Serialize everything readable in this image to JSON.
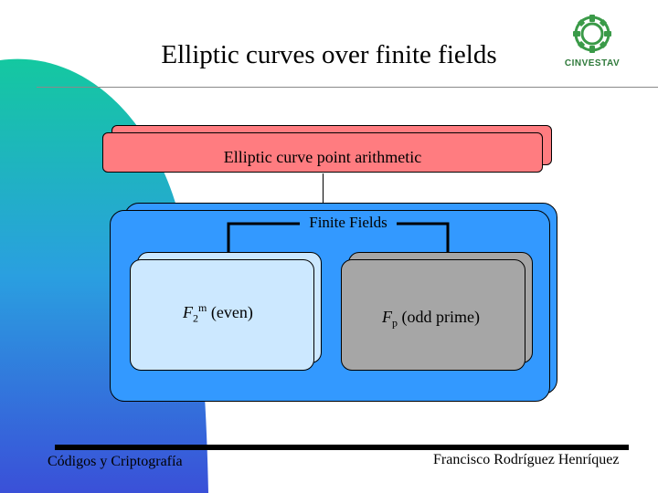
{
  "slide": {
    "title": "Elliptic curves over finite fields"
  },
  "logo": {
    "text": "CINVESTAV",
    "icon": "cinvestav-logo-icon"
  },
  "diagram": {
    "top_box": "Elliptic curve point arithmetic",
    "container": "Finite Fields",
    "left_field": {
      "symbol": "F",
      "sub": "2",
      "sup": "m",
      "suffix": " (even)"
    },
    "right_field": {
      "symbol": "F",
      "sub": "p",
      "suffix": " (odd prime)"
    }
  },
  "footer": {
    "left": "Códigos y Criptografía",
    "right": "Francisco Rodríguez Henríquez"
  },
  "colors": {
    "top_box": "#ff7c80",
    "container": "#3399ff",
    "left_field": "#cce8ff",
    "right_field": "#a6a6a6"
  }
}
